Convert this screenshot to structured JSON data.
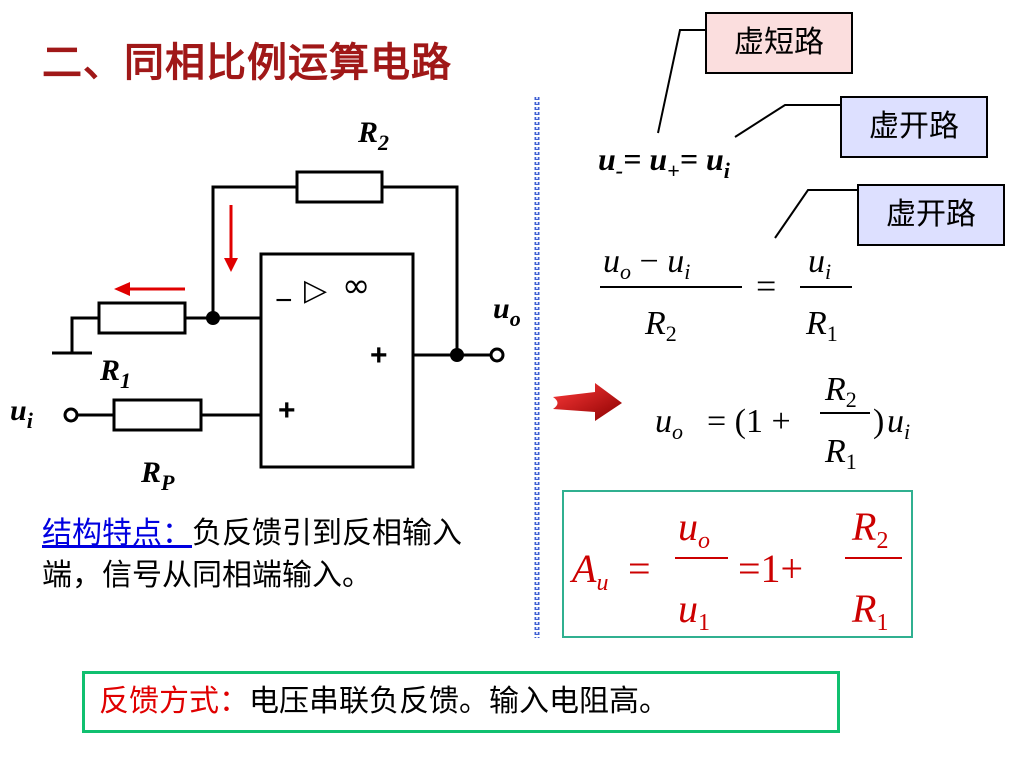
{
  "title": "二、同相比例运算电路",
  "tags": {
    "virtual_short": "虚短路",
    "virtual_open_1": "虚开路",
    "virtual_open_2": "虚开路"
  },
  "circuit": {
    "r2": "R",
    "r2_sub": "2",
    "r1": "R",
    "r1_sub": "1",
    "rp": "R",
    "rp_sub": "P",
    "ui": "u",
    "ui_sub": "i",
    "uo": "u",
    "uo_sub": "o",
    "minus": "−",
    "plus_inverting_label": "+",
    "plus_input": "+",
    "triangle": "▷",
    "infinity": "∞"
  },
  "equations": {
    "eq1": "u- = u+ = ui",
    "eq2": "(uo − ui) / R2 = ui / R1",
    "eq3": "uo = (1 + R2/R1) ui",
    "gain": "Au = uo/u1 = 1 + R2/R1"
  },
  "features": {
    "label": "结构特点：",
    "text": "负反馈引到反相输入端，信号从同相端输入。"
  },
  "feedback": {
    "label": "反馈方式：",
    "text": "电压串联负反馈。输入电阻高。"
  },
  "colors": {
    "title": "#a01818",
    "arrow_red": "#e00000",
    "divider": "#4060d0",
    "gain_text": "#cc0000",
    "link_blue": "#0000e0",
    "feedback_border": "#10c070"
  }
}
